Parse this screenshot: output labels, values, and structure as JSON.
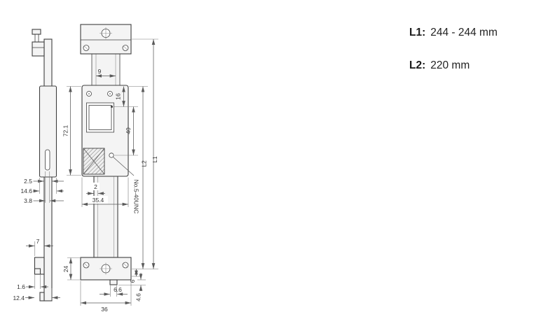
{
  "specs": {
    "l1_label": "L1:",
    "l1_value": "244 - 244 mm",
    "l2_label": "L2:",
    "l2_value": "220 mm"
  },
  "dims": {
    "top_width": "9",
    "body_to_display": "16",
    "display_to_hole": "40",
    "body_height": "72.1",
    "beam_thickness": "2.5",
    "head_thickness": "14.6",
    "slot_width": "3.8",
    "beam_offset": "2",
    "body_width": "35.4",
    "thread_spec": "No.5-40UNC",
    "l1": "L1",
    "l2": "L2",
    "foot_width": "7",
    "bracket_height": "24",
    "foot_step": "1.6",
    "foot_depth": "12.4",
    "tab_width": "6.6",
    "edge_offset": "6",
    "tab_height": "4.6",
    "bracket_width": "36"
  }
}
